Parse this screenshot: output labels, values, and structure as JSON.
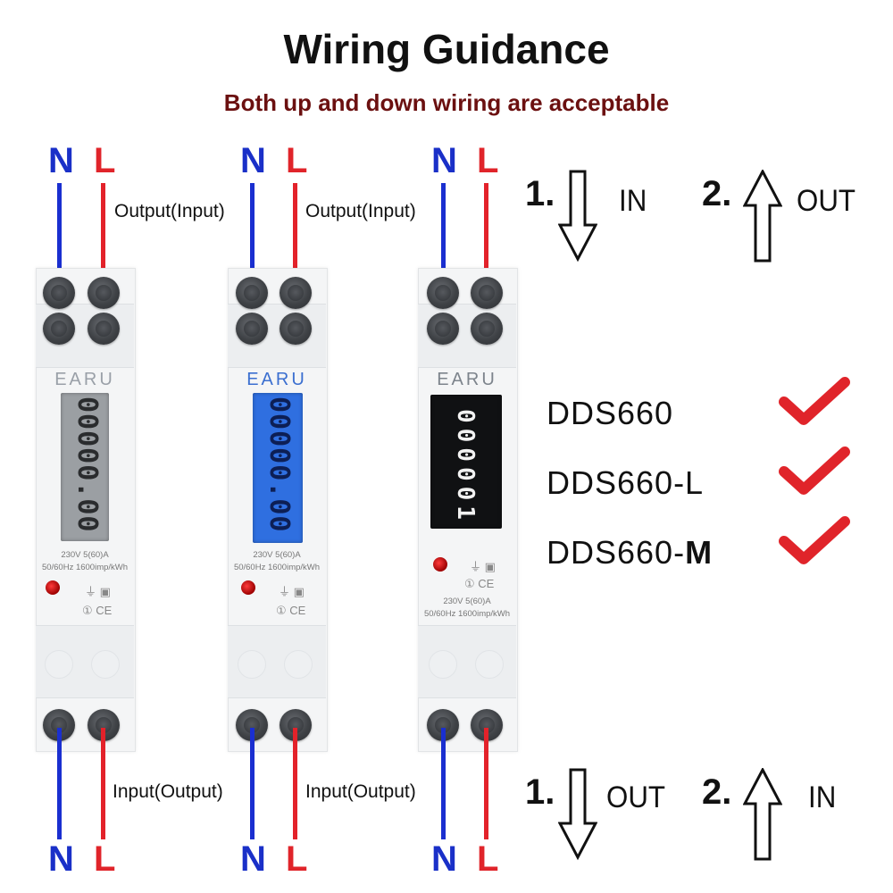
{
  "header": {
    "title": "Wiring Guidance",
    "subtitle": "Both up and down wiring are acceptable"
  },
  "wire_labels": {
    "neutral": "N",
    "live": "L"
  },
  "top_annotations": [
    "Output(Input)",
    "Output(Input)"
  ],
  "bottom_annotations": [
    "Input(Output)",
    "Input(Output)"
  ],
  "meters": [
    {
      "brand": "EARU",
      "display_digits": "00000.00",
      "display_type": "gray-lcd",
      "spec_line1": "230V      5(60)A",
      "spec_line2": "50/60Hz 1600imp/kWh",
      "cert_symbols": "① CE"
    },
    {
      "brand": "EARU",
      "display_digits": "00000.00",
      "display_type": "blue-backlit-lcd",
      "spec_line1": "230V      5(60)A",
      "spec_line2": "50/60Hz 1600imp/kWh",
      "cert_symbols": "① CE"
    },
    {
      "brand": "EARU",
      "display_digits": "000001",
      "display_type": "mechanical-counter",
      "spec_line1": "230V      5(60)A",
      "spec_line2": "50/60Hz 1600imp/kWh",
      "cert_symbols": "① CE"
    }
  ],
  "top_steps": [
    {
      "number": "1.",
      "label": "IN",
      "arrow": "arrow-down-icon"
    },
    {
      "number": "2.",
      "label": "OUT",
      "arrow": "arrow-up-icon"
    }
  ],
  "bottom_steps": [
    {
      "number": "1.",
      "label": "OUT",
      "arrow": "arrow-down-icon"
    },
    {
      "number": "2.",
      "label": "IN",
      "arrow": "arrow-up-icon"
    }
  ],
  "models": [
    {
      "name": "DDS660",
      "suffix": "",
      "supported_icon": "checkmark-icon"
    },
    {
      "name": "DDS660-L",
      "suffix": "",
      "supported_icon": "checkmark-icon"
    },
    {
      "name": "DDS660-",
      "suffix": "M",
      "supported_icon": "checkmark-icon"
    }
  ],
  "colors": {
    "neutral_wire": "#1a2fd0",
    "live_wire": "#e3222a",
    "subtitle": "#6b1010",
    "checkmark": "#e0242a"
  }
}
